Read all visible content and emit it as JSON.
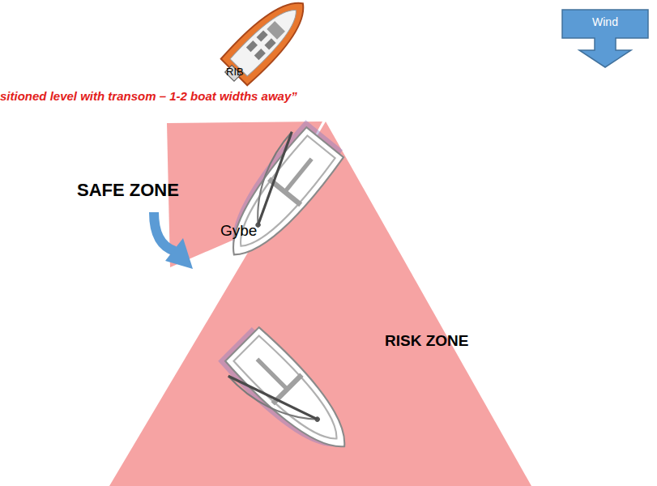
{
  "diagram": {
    "nodes": [
      {
        "text": [
          "Wind"
        ]
      },
      {
        "text": [
          "RISK ZONE"
        ]
      }
    ],
    "labels": [
      "RIB",
      "sitioned level with transom – 1-2 boat widths away”",
      "SAFE ZONE",
      "Gybe"
    ]
  }
}
